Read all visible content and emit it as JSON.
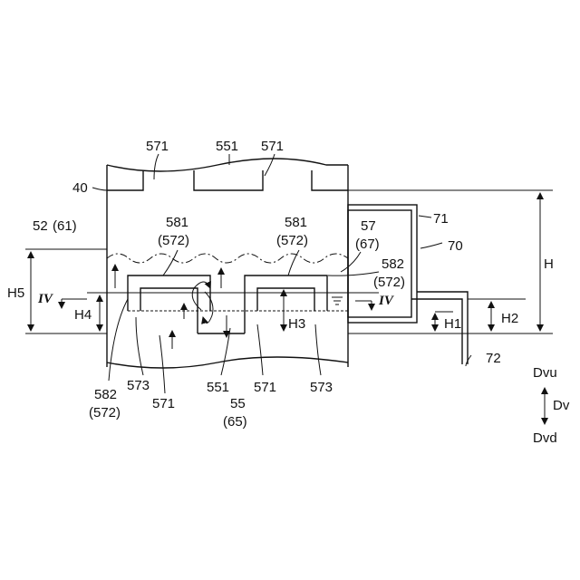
{
  "labels": {
    "l571_top_left": "571",
    "l551_top": "551",
    "l571_top_right": "571",
    "l40": "40",
    "l52": "52",
    "l61": "(61)",
    "l581_left": "581",
    "l572_left": "(572)",
    "l581_right": "581",
    "l572_right": "(572)",
    "l57": "57",
    "l67": "(67)",
    "l71": "71",
    "l70": "70",
    "l582_right": "582",
    "l572_582_right": "(572)",
    "lH": "H",
    "lH5": "H5",
    "lH4": "H4",
    "lH3": "H3",
    "lH2": "H2",
    "lH1": "H1",
    "lIV_left": "IV",
    "lIV_right": "IV",
    "l72": "72",
    "l582_bottom": "582",
    "l572_bottom": "(572)",
    "l573_left": "573",
    "l571_bottom_left": "571",
    "l551_bottom": "551",
    "l55": "55",
    "l65": "(65)",
    "l571_bottom_right": "571",
    "l573_right": "573",
    "lDvu": "Dvu",
    "lDv": "Dv",
    "lDvd": "Dvd"
  }
}
